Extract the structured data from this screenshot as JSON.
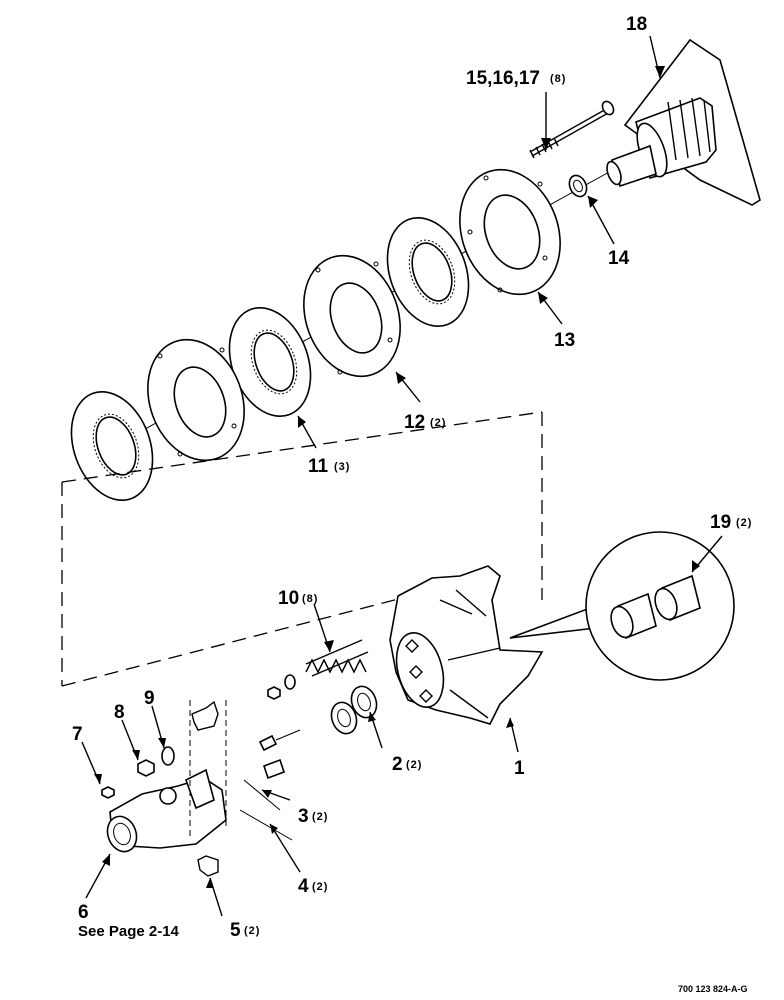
{
  "callouts": [
    {
      "id": "c1",
      "num": "1",
      "qty": ""
    },
    {
      "id": "c2",
      "num": "2",
      "qty": "(2)"
    },
    {
      "id": "c3",
      "num": "3",
      "qty": "(2)"
    },
    {
      "id": "c4",
      "num": "4",
      "qty": "(2)"
    },
    {
      "id": "c5",
      "num": "5",
      "qty": "(2)"
    },
    {
      "id": "c6",
      "num": "6",
      "qty": ""
    },
    {
      "id": "c7",
      "num": "7",
      "qty": ""
    },
    {
      "id": "c8",
      "num": "8",
      "qty": ""
    },
    {
      "id": "c9",
      "num": "9",
      "qty": ""
    },
    {
      "id": "c10",
      "num": "10",
      "qty": "(8)"
    },
    {
      "id": "c11",
      "num": "11",
      "qty": "(3)"
    },
    {
      "id": "c12",
      "num": "12",
      "qty": "(2)"
    },
    {
      "id": "c13",
      "num": "13",
      "qty": ""
    },
    {
      "id": "c14",
      "num": "14",
      "qty": ""
    },
    {
      "id": "c15",
      "num": "15,16,17",
      "qty": "(8)"
    },
    {
      "id": "c18",
      "num": "18",
      "qty": ""
    },
    {
      "id": "c19",
      "num": "19",
      "qty": "(2)"
    }
  ],
  "notes": {
    "see_page": "See Page 2-14",
    "drawing_id": "700 123 824-A-G"
  }
}
